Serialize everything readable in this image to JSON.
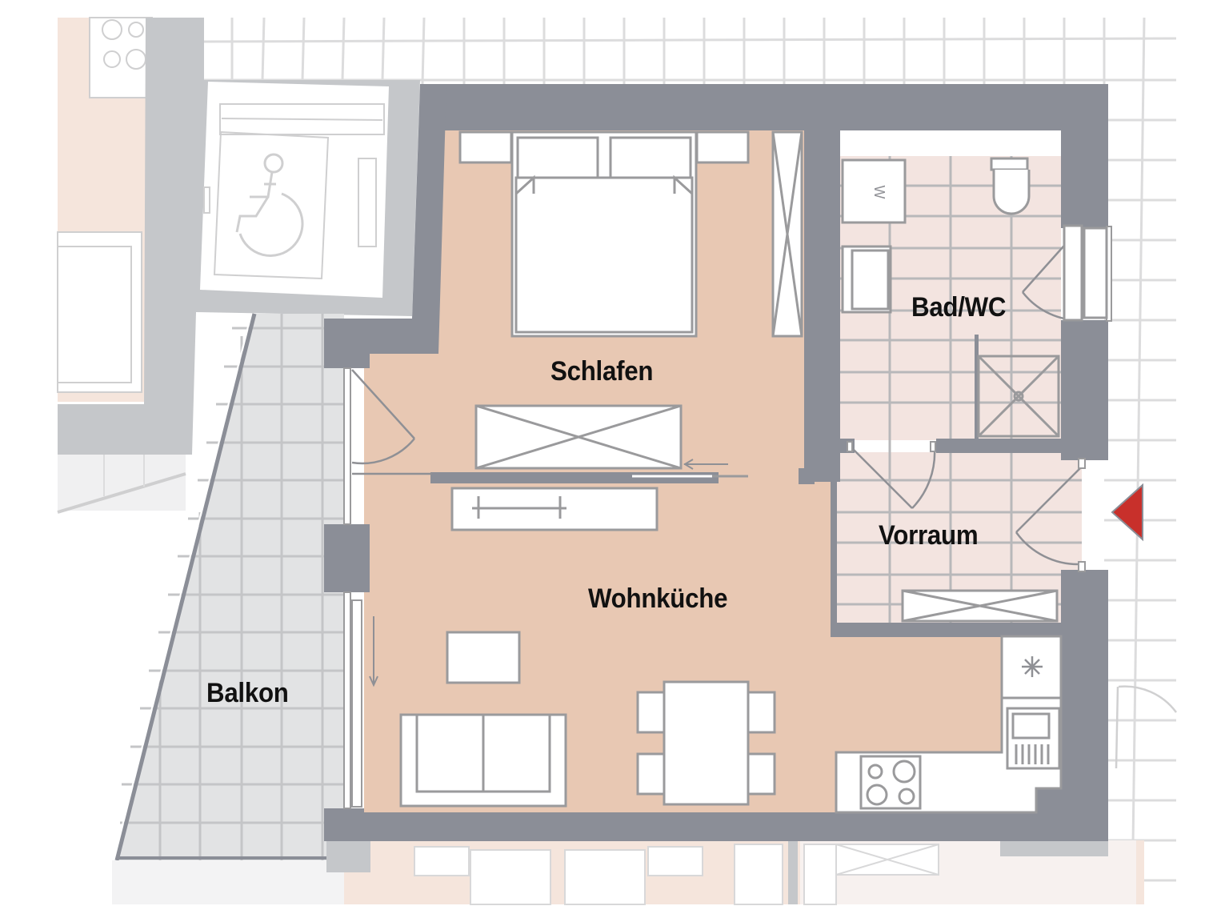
{
  "plan": {
    "type": "apartment-floor-plan",
    "colors": {
      "wall": "#8b8e97",
      "wall_neighbor": "#c5c7ca",
      "living_floor": "#e8c8b3",
      "wet_floor": "#f3e4e0",
      "balcony_floor": "#e2e3e4",
      "neighbor_floor": "#f5e5dc",
      "furniture_fill": "#ffffff",
      "furniture_stroke": "#9a9a9c",
      "grid_line": "#d9d9da",
      "entrance_marker": "#c8302b"
    },
    "rooms": [
      {
        "id": "schlafen",
        "label": "Schlafen"
      },
      {
        "id": "bad-wc",
        "label": "Bad/WC"
      },
      {
        "id": "vorraum",
        "label": "Vorraum"
      },
      {
        "id": "wohnkueche",
        "label": "Wohnküche"
      },
      {
        "id": "balkon",
        "label": "Balkon"
      }
    ],
    "markers": {
      "entrance": "entrance-arrow",
      "wheelchair_lift": "wheelchair-symbol"
    }
  }
}
